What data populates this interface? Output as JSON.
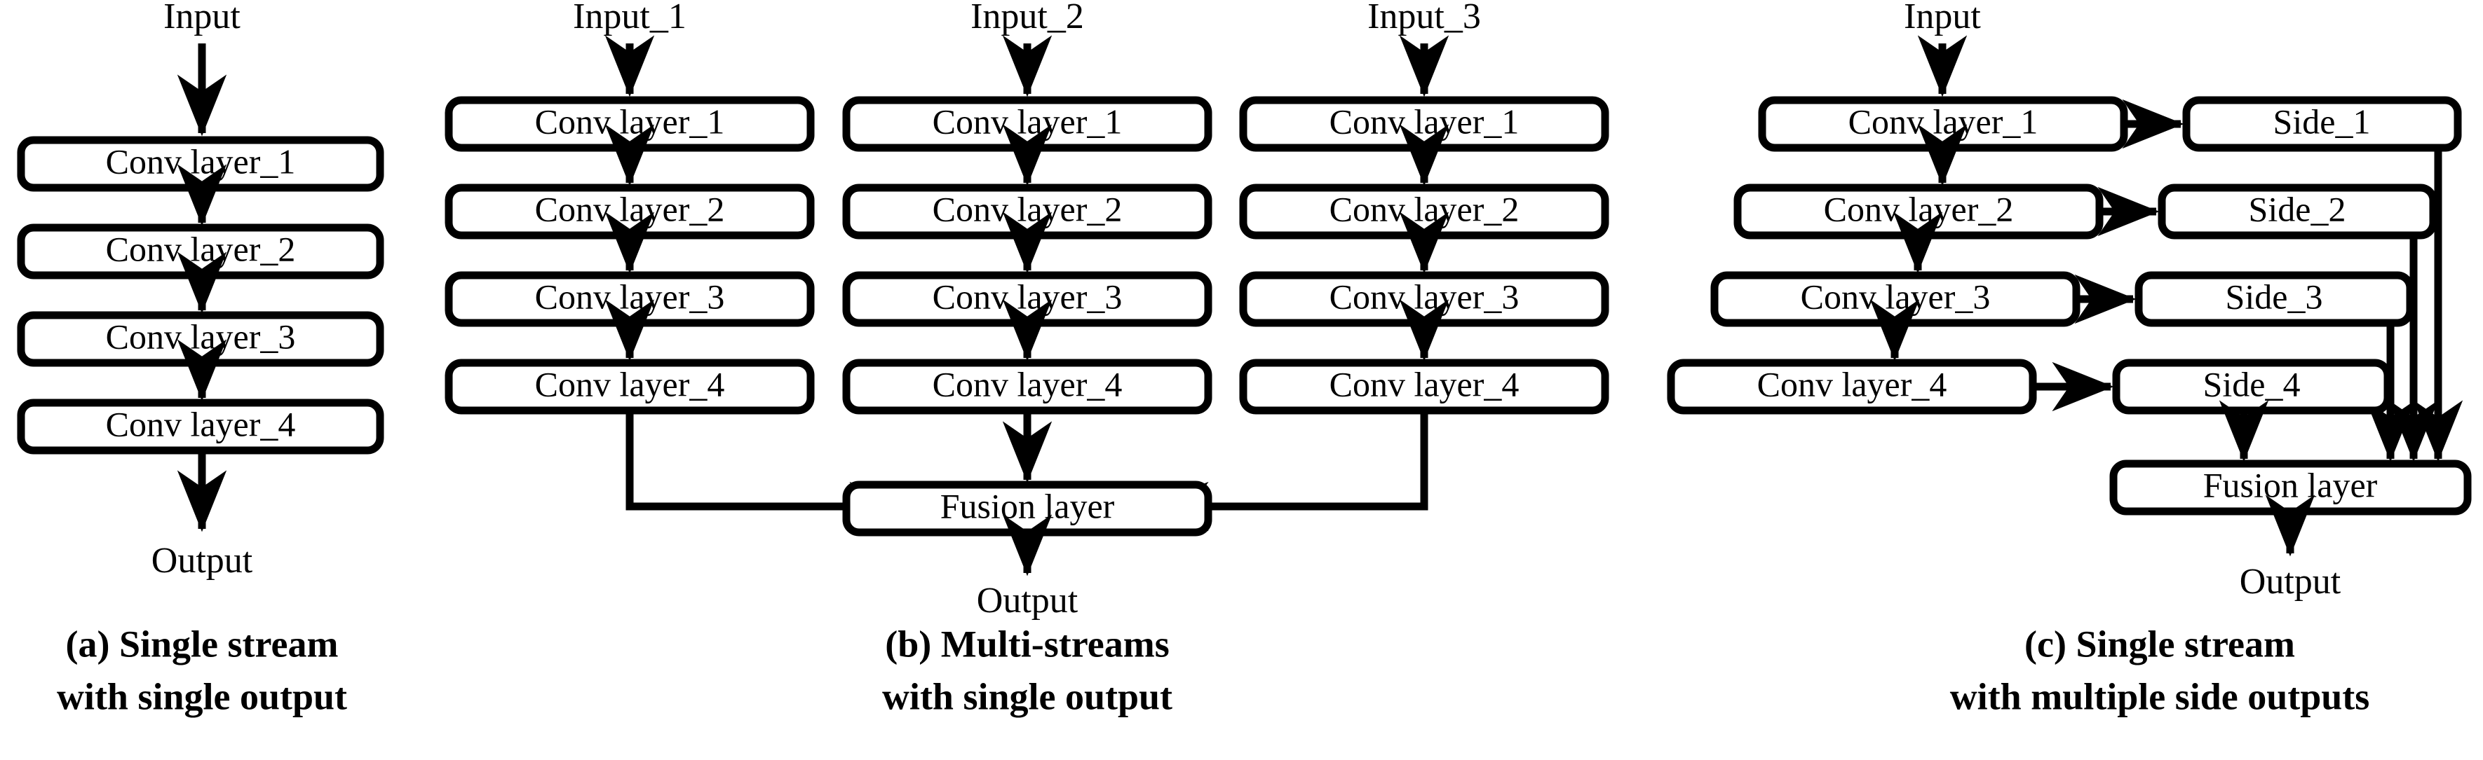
{
  "figure": {
    "background": "#ffffff",
    "ink": "#000000",
    "panels": [
      {
        "id": "a",
        "caption_lines": [
          "(a) Single stream",
          "with single output"
        ],
        "input_label": "Input",
        "output_label": "Output",
        "blocks": [
          {
            "label": "Conv layer_1"
          },
          {
            "label": "Conv layer_2"
          },
          {
            "label": "Conv layer_3"
          },
          {
            "label": "Conv layer_4"
          }
        ]
      },
      {
        "id": "b",
        "caption_lines": [
          "(b) Multi-streams",
          "with single output"
        ],
        "output_label": "Output",
        "fusion_label": "Fusion layer",
        "streams": [
          {
            "input_label": "Input_1",
            "blocks": [
              {
                "label": "Conv layer_1"
              },
              {
                "label": "Conv layer_2"
              },
              {
                "label": "Conv layer_3"
              },
              {
                "label": "Conv layer_4"
              }
            ]
          },
          {
            "input_label": "Input_2",
            "blocks": [
              {
                "label": "Conv layer_1"
              },
              {
                "label": "Conv layer_2"
              },
              {
                "label": "Conv layer_3"
              },
              {
                "label": "Conv layer_4"
              }
            ]
          },
          {
            "input_label": "Input_3",
            "blocks": [
              {
                "label": "Conv layer_1"
              },
              {
                "label": "Conv layer_2"
              },
              {
                "label": "Conv layer_3"
              },
              {
                "label": "Conv layer_4"
              }
            ]
          }
        ]
      },
      {
        "id": "c",
        "caption_lines": [
          "(c) Single stream",
          "with multiple side outputs"
        ],
        "input_label": "Input",
        "output_label": "Output",
        "fusion_label": "Fusion layer",
        "blocks": [
          {
            "label": "Conv layer_1"
          },
          {
            "label": "Conv layer_2"
          },
          {
            "label": "Conv layer_3"
          },
          {
            "label": "Conv layer_4"
          }
        ],
        "side_blocks": [
          {
            "label": "Side_1"
          },
          {
            "label": "Side_2"
          },
          {
            "label": "Side_3"
          },
          {
            "label": "Side_4"
          }
        ]
      }
    ]
  }
}
